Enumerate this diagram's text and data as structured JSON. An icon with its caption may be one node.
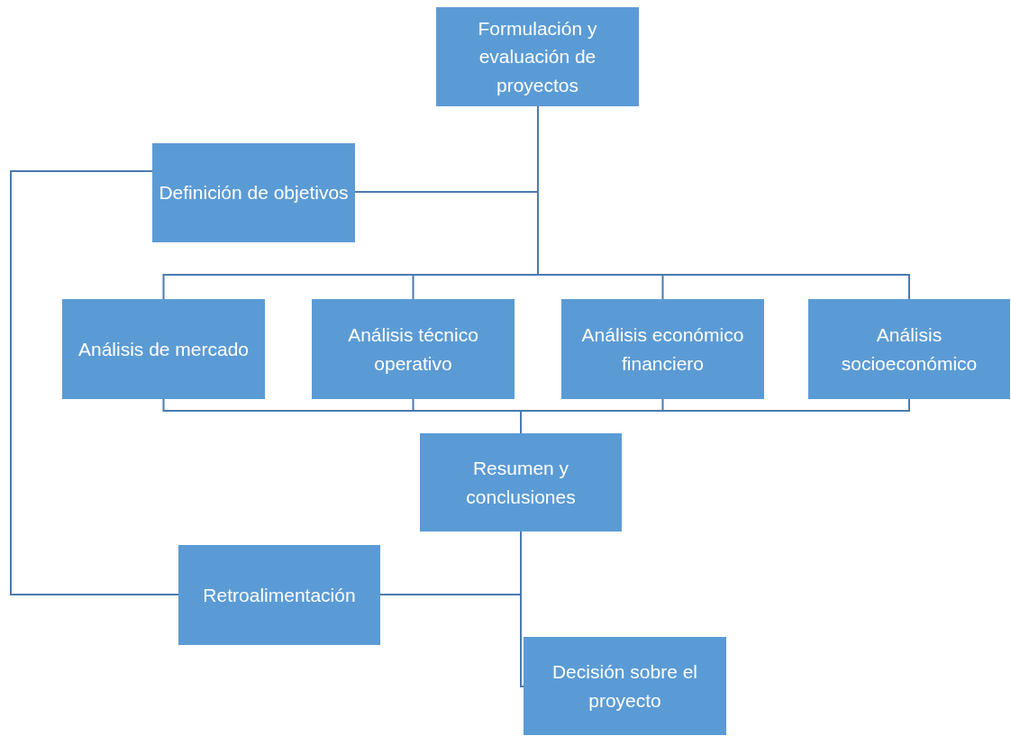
{
  "diagram": {
    "nodes": [
      {
        "text": [
          "Formulación y evaluación de proyectos"
        ]
      },
      {
        "text": [
          "Definición de objetivos"
        ]
      },
      {
        "text": [
          "Análisis de mercado"
        ]
      },
      {
        "text": [
          "Análisis técnico operativo"
        ]
      },
      {
        "text": [
          "Análisis económico financiero"
        ]
      },
      {
        "text": [
          "Análisis socioeconómico"
        ]
      },
      {
        "text": [
          "Resumen y conclusiones"
        ]
      },
      {
        "text": [
          "Retroalimentación"
        ]
      },
      {
        "text": [
          "Decisión sobre el proyecto"
        ]
      }
    ],
    "edges": [
      {
        "from": 0,
        "to": 1,
        "arrow": "none"
      },
      {
        "from": 0,
        "to": 2,
        "arrow": "none"
      },
      {
        "from": 0,
        "to": 3,
        "arrow": "none"
      },
      {
        "from": 0,
        "to": 4,
        "arrow": "none"
      },
      {
        "from": 0,
        "to": 5,
        "arrow": "none"
      },
      {
        "from": 2,
        "to": 6,
        "arrow": "none"
      },
      {
        "from": 3,
        "to": 6,
        "arrow": "none"
      },
      {
        "from": 4,
        "to": 6,
        "arrow": "none"
      },
      {
        "from": 5,
        "to": 6,
        "arrow": "none"
      },
      {
        "from": 6,
        "to": 7,
        "arrow": "none"
      },
      {
        "from": 6,
        "to": 8,
        "arrow": "none"
      },
      {
        "from": 7,
        "to": 1,
        "arrow": "none"
      }
    ]
  }
}
